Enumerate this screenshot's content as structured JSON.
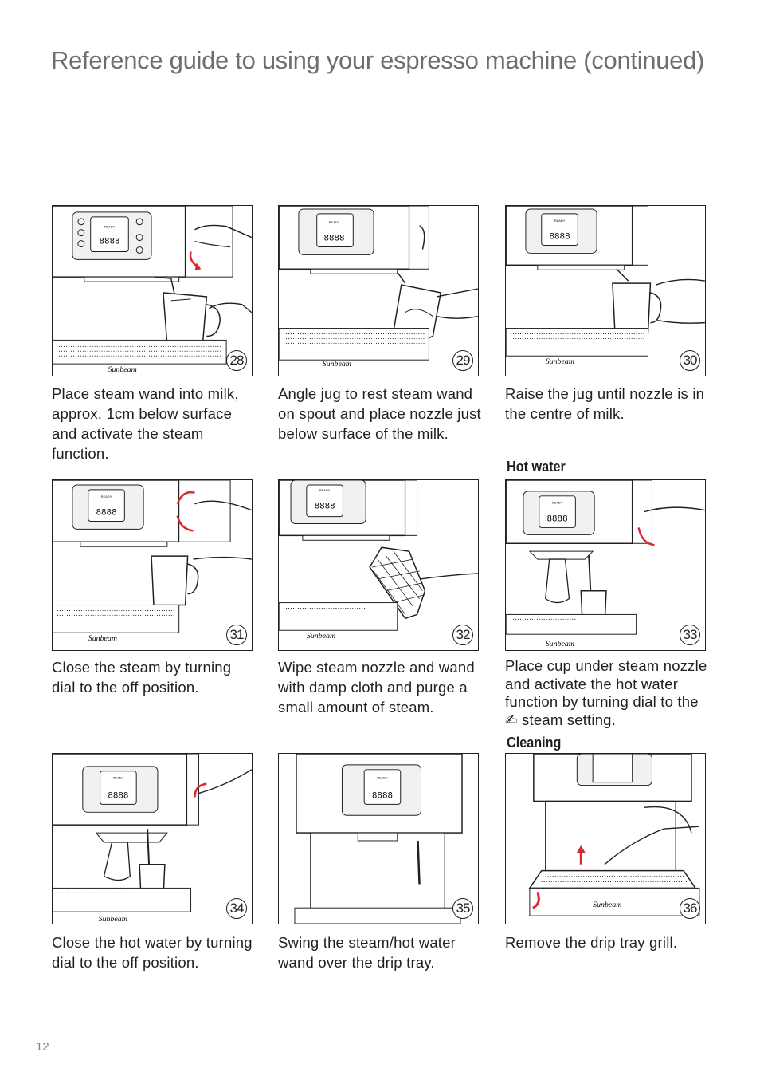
{
  "page": {
    "title": "Reference guide to using your espresso machine (continued)",
    "page_number": "12"
  },
  "sections": {
    "hot_water": "Hot water",
    "cleaning": "Cleaning"
  },
  "brand": "Sunbeam",
  "display": {
    "digits": "8888",
    "ready": "READY"
  },
  "steps": [
    {
      "number": "28",
      "caption": "Place steam wand into milk, approx. 1cm below surface and activate the steam function."
    },
    {
      "number": "29",
      "caption": "Angle jug to rest steam wand on spout and place nozzle just below surface of the milk."
    },
    {
      "number": "30",
      "caption": "Raise the jug until nozzle is in the centre of milk."
    },
    {
      "number": "31",
      "caption": "Close the steam by turning dial to the off position."
    },
    {
      "number": "32",
      "caption": "Wipe steam nozzle and wand with damp cloth and purge a small amount of steam."
    },
    {
      "number": "33",
      "caption_before": "Place cup under steam nozzle and activate the hot water function by turning dial to the",
      "steam_symbol": "✍",
      "caption_after": "steam setting."
    },
    {
      "number": "34",
      "caption": "Close the hot water by turning dial to the off position."
    },
    {
      "number": "35",
      "caption": "Swing the steam/hot water wand over the drip tray."
    },
    {
      "number": "36",
      "caption": "Remove the drip tray grill."
    }
  ],
  "colors": {
    "text": "#231f20",
    "title": "#6d6e70",
    "arrow": "#d7282f",
    "page_number": "#808285"
  }
}
